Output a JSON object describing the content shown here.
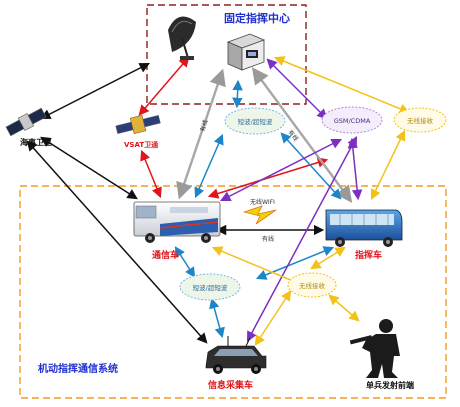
{
  "command_center": {
    "title": "固定指挥中心"
  },
  "mobile_system": {
    "title": "机动指挥通信系统"
  },
  "nodes": {
    "maritime_satellite": "海事卫星",
    "vsat_satellite": "VSAT卫通",
    "shortwave_top": "短波/超短波",
    "gsm_cdma": "GSM/CDMA",
    "wireless_relay_top": "无线接收",
    "comm_vehicle": "通信车",
    "command_vehicle": "指挥车",
    "shortwave_bottom": "短波/超短波",
    "wireless_relay_bottom": "无线接收",
    "info_vehicle": "信息采集车",
    "soldier": "单兵发射前端"
  },
  "links": {
    "wifi": "无线WIFI",
    "wired_mid": "有线",
    "wired_left": "有线",
    "wired_right": "有线"
  },
  "colors": {
    "frame_red": "#8b2020",
    "frame_orange": "#f59a23",
    "arrow_black": "#111111",
    "arrow_red": "#e0161c",
    "arrow_gray": "#a7a7a7",
    "arrow_blue": "#1d86c8",
    "arrow_purple": "#7d2fbf",
    "arrow_yellow": "#f2c21b"
  }
}
